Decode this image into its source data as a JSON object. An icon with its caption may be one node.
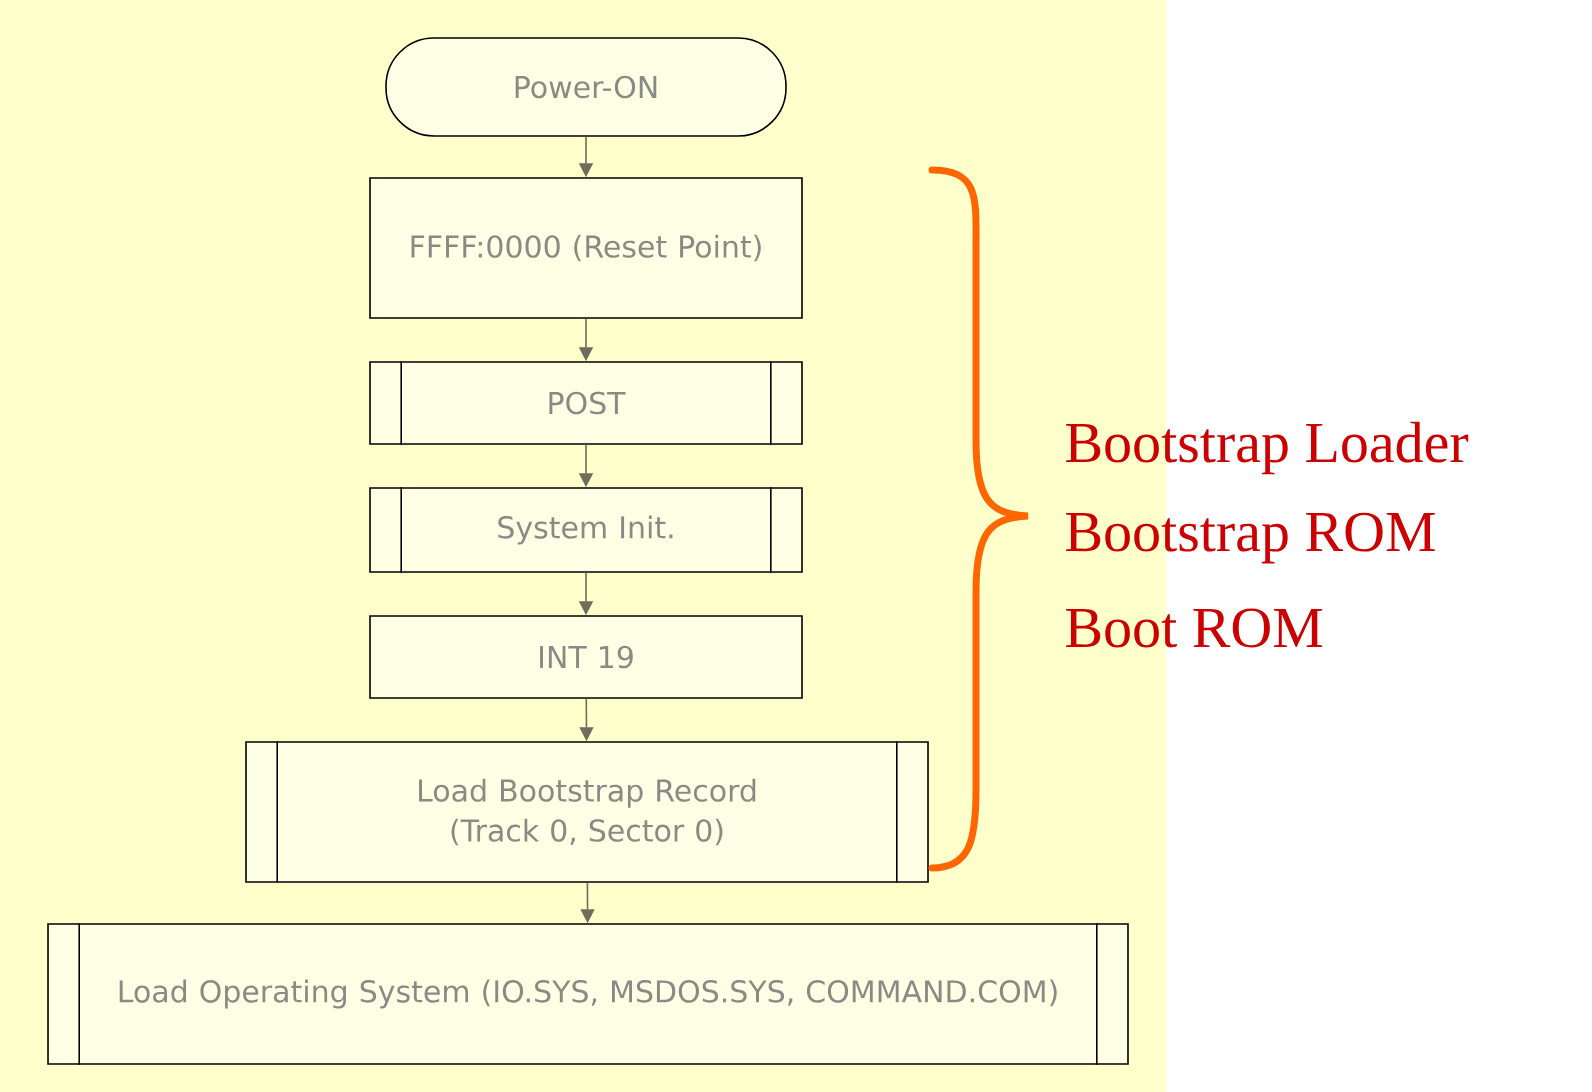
{
  "diagram": {
    "nodes": [
      {
        "text": [
          "Power-ON"
        ]
      },
      {
        "text": [
          "FFFF:0000 (Reset Point)"
        ]
      },
      {
        "text": [
          "POST"
        ]
      },
      {
        "text": [
          "System Init."
        ]
      },
      {
        "text": [
          "INT 19"
        ]
      },
      {
        "text": [
          "Load Bootstrap Record (Track 0, Sector 0)"
        ]
      },
      {
        "text": [
          "Load Operating System (IO.SYS, MSDOS.SYS, COMMAND.COM)"
        ]
      }
    ],
    "edges": [
      {
        "from": 0,
        "to": 1,
        "arrow": "to"
      },
      {
        "from": 1,
        "to": 2,
        "arrow": "to"
      },
      {
        "from": 2,
        "to": 3,
        "arrow": "to"
      },
      {
        "from": 3,
        "to": 4,
        "arrow": "to"
      },
      {
        "from": 4,
        "to": 5,
        "arrow": "to"
      },
      {
        "from": 5,
        "to": 6,
        "arrow": "to"
      }
    ],
    "labels": [
      "Bootstrap Loader",
      "Bootstrap ROM",
      "Boot ROM"
    ]
  }
}
